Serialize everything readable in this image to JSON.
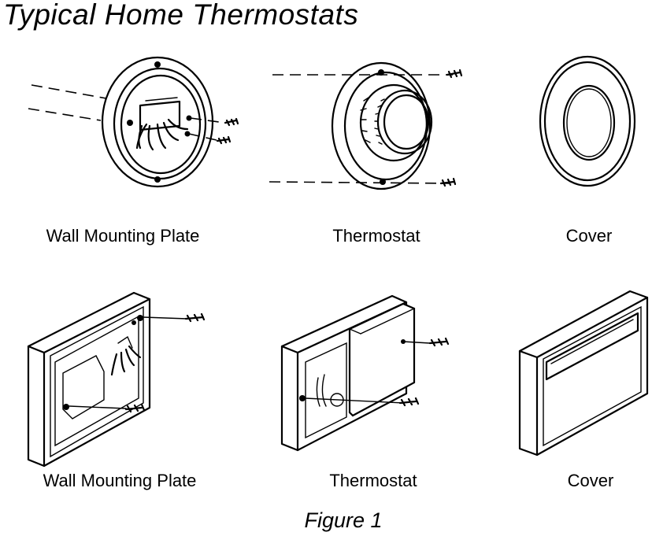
{
  "title": "Typical Home Thermostats",
  "caption": "Figure 1",
  "row1": {
    "plate_label": "Wall Mounting Plate",
    "thermostat_label": "Thermostat",
    "cover_label": "Cover"
  },
  "row2": {
    "plate_label": "Wall Mounting Plate",
    "thermostat_label": "Thermostat",
    "cover_label": "Cover"
  }
}
